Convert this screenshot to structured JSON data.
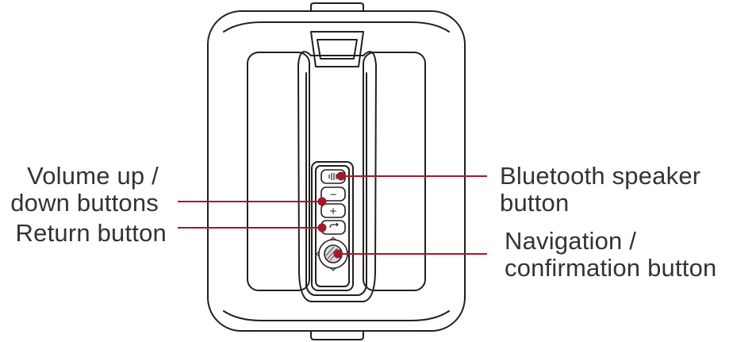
{
  "callouts": {
    "volume": {
      "line1": "Volume up /",
      "line2": "down buttons"
    },
    "return": {
      "line1": "Return button"
    },
    "bluetooth": {
      "line1": "Bluetooth speaker",
      "line2": "button"
    },
    "navigation": {
      "line1": "Navigation /",
      "line2": "confirmation button"
    }
  },
  "colors": {
    "outline": "#231f20",
    "leader": "#a3192b",
    "text": "#333333"
  },
  "buttons": {
    "volume_down_glyph": "−",
    "volume_up_glyph": "+"
  }
}
